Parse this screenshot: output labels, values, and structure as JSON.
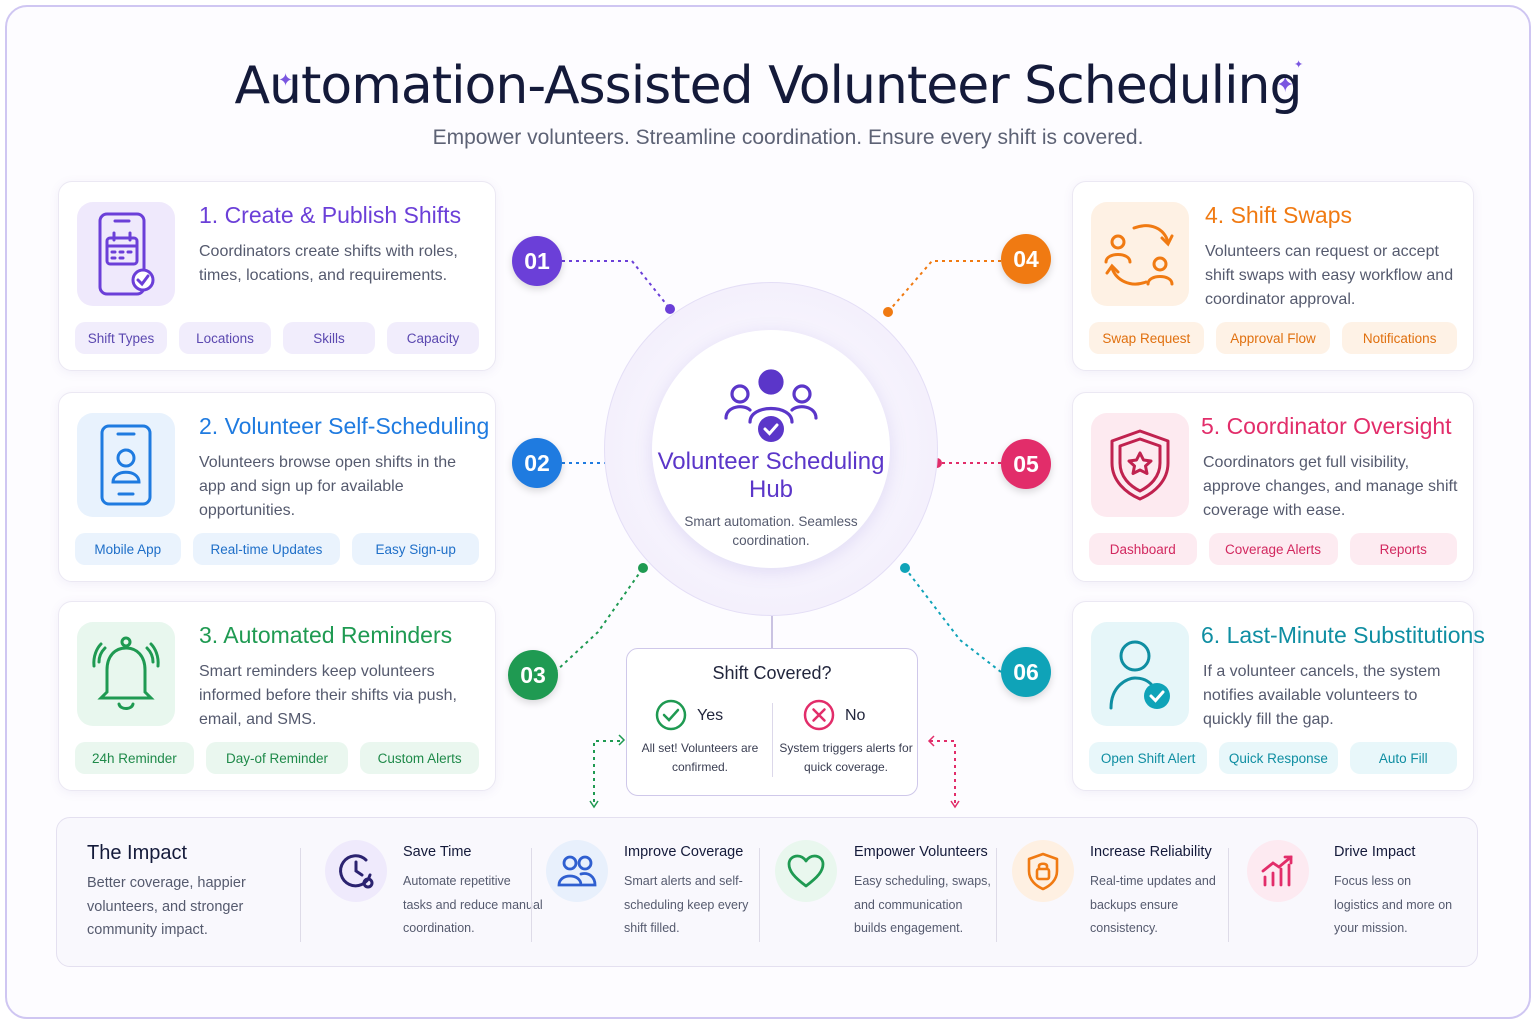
{
  "header": {
    "title": "Automation-Assisted Volunteer Scheduling",
    "subtitle": "Empower volunteers. Streamline coordination. Ensure every shift is covered."
  },
  "hub": {
    "title": "Volunteer Scheduling Hub",
    "subtitle": "Smart automation. Seamless coordination."
  },
  "steps": [
    {
      "number": "01",
      "title": "1. Create & Publish Shifts",
      "description": "Coordinators create shifts with roles, times, locations, and requirements.",
      "chips": [
        "Shift Types",
        "Locations",
        "Skills",
        "Capacity"
      ],
      "color": "#6b3fd8",
      "icon": "calendar-phone-icon"
    },
    {
      "number": "02",
      "title": "2. Volunteer Self-Scheduling",
      "description": "Volunteers browse open shifts in the app and sign up for available opportunities.",
      "chips": [
        "Mobile App",
        "Real-time Updates",
        "Easy Sign-up"
      ],
      "color": "#1f7be0",
      "icon": "mobile-user-icon"
    },
    {
      "number": "03",
      "title": "3. Automated Reminders",
      "description": "Smart reminders keep volunteers informed before their shifts via push, email, and SMS.",
      "chips": [
        "24h Reminder",
        "Day-of Reminder",
        "Custom Alerts"
      ],
      "color": "#1f9a52",
      "icon": "bell-icon"
    },
    {
      "number": "04",
      "title": "4. Shift Swaps",
      "description": "Volunteers can request or accept shift swaps with easy workflow and coordinator approval.",
      "chips": [
        "Swap Request",
        "Approval Flow",
        "Notifications"
      ],
      "color": "#f07a12",
      "icon": "swap-users-icon"
    },
    {
      "number": "05",
      "title": "5. Coordinator Oversight",
      "description": "Coordinators get full visibility, approve changes, and manage shift coverage with ease.",
      "chips": [
        "Dashboard",
        "Coverage Alerts",
        "Reports"
      ],
      "color": "#e22d6a",
      "icon": "shield-star-icon"
    },
    {
      "number": "06",
      "title": "6. Last-Minute Substitutions",
      "description": "If a volunteer cancels, the system notifies available volunteers to quickly fill the gap.",
      "chips": [
        "Open Shift Alert",
        "Quick Response",
        "Auto Fill"
      ],
      "color": "#0fa3b8",
      "icon": "user-check-icon"
    }
  ],
  "decision": {
    "title": "Shift Covered?",
    "yes_label": "Yes",
    "yes_text": "All set! Volunteers are confirmed.",
    "no_label": "No",
    "no_text": "System triggers alerts for quick coverage."
  },
  "impact": {
    "title": "The Impact",
    "description": "Better coverage, happier volunteers, and stronger community impact.",
    "items": [
      {
        "heading": "Save Time",
        "text": "Automate repetitive tasks and reduce manual coordination.",
        "icon": "clock-icon",
        "color": "#4a36b8"
      },
      {
        "heading": "Improve Coverage",
        "text": "Smart alerts and self-scheduling keep every shift filled.",
        "icon": "group-icon",
        "color": "#2f5fd0"
      },
      {
        "heading": "Empower Volunteers",
        "text": "Easy scheduling, swaps, and communication builds engagement.",
        "icon": "heart-icon",
        "color": "#1f9a52"
      },
      {
        "heading": "Increase Reliability",
        "text": "Real-time updates and backups ensure consistency.",
        "icon": "lock-shield-icon",
        "color": "#f07a12"
      },
      {
        "heading": "Drive Impact",
        "text": "Focus less on logistics and more on your mission.",
        "icon": "chart-up-icon",
        "color": "#e22d6a"
      }
    ]
  }
}
